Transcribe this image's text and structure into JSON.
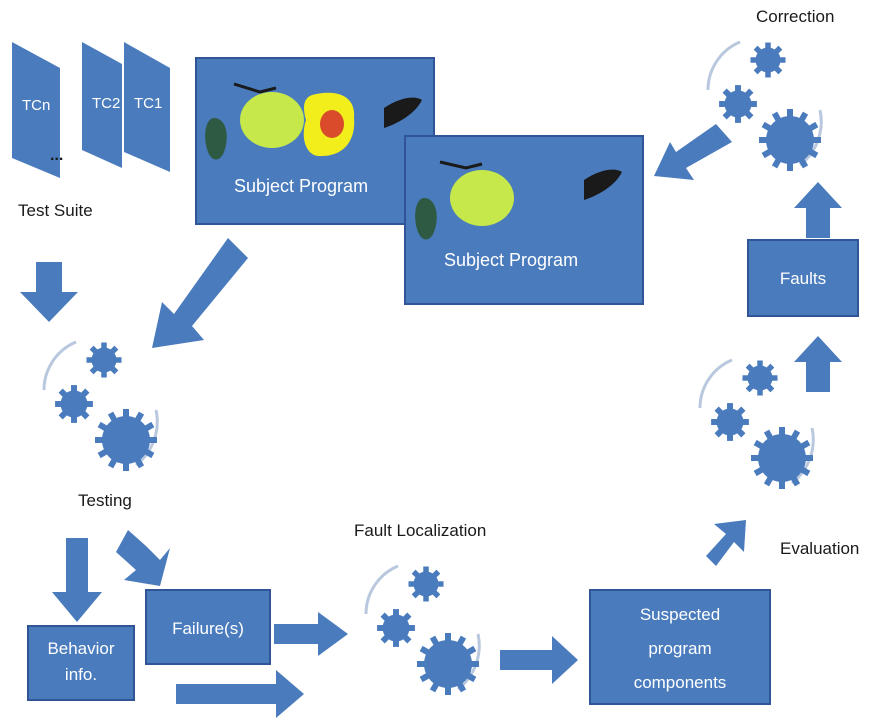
{
  "test_suite": {
    "label": "Test Suite",
    "cards": [
      "TCn",
      "TC2",
      "TC1"
    ],
    "ellipsis": "..."
  },
  "subject_program": {
    "label_back": "Subject Program",
    "label_front": "Subject Program"
  },
  "stages": {
    "testing": "Testing",
    "fault_localization": "Fault Localization",
    "evaluation": "Evaluation",
    "correction": "Correction"
  },
  "boxes": {
    "behavior_line1": "Behavior",
    "behavior_line2": "info.",
    "failures": "Failure(s)",
    "suspected_line1": "Suspected",
    "suspected_line2": "program",
    "suspected_line3": "components",
    "faults": "Faults"
  },
  "colors": {
    "box_fill": "#4a7bbd",
    "box_stroke": "#2f5597",
    "gear": "#4a7bbd",
    "arc": "#b9c8de",
    "bug_green": "#c7e84a",
    "bug_yellow": "#f2ee1c"
  },
  "icons": [
    "gear-icon",
    "bug-icon",
    "beetle-icon",
    "moth-icon",
    "arrow-icon"
  ]
}
